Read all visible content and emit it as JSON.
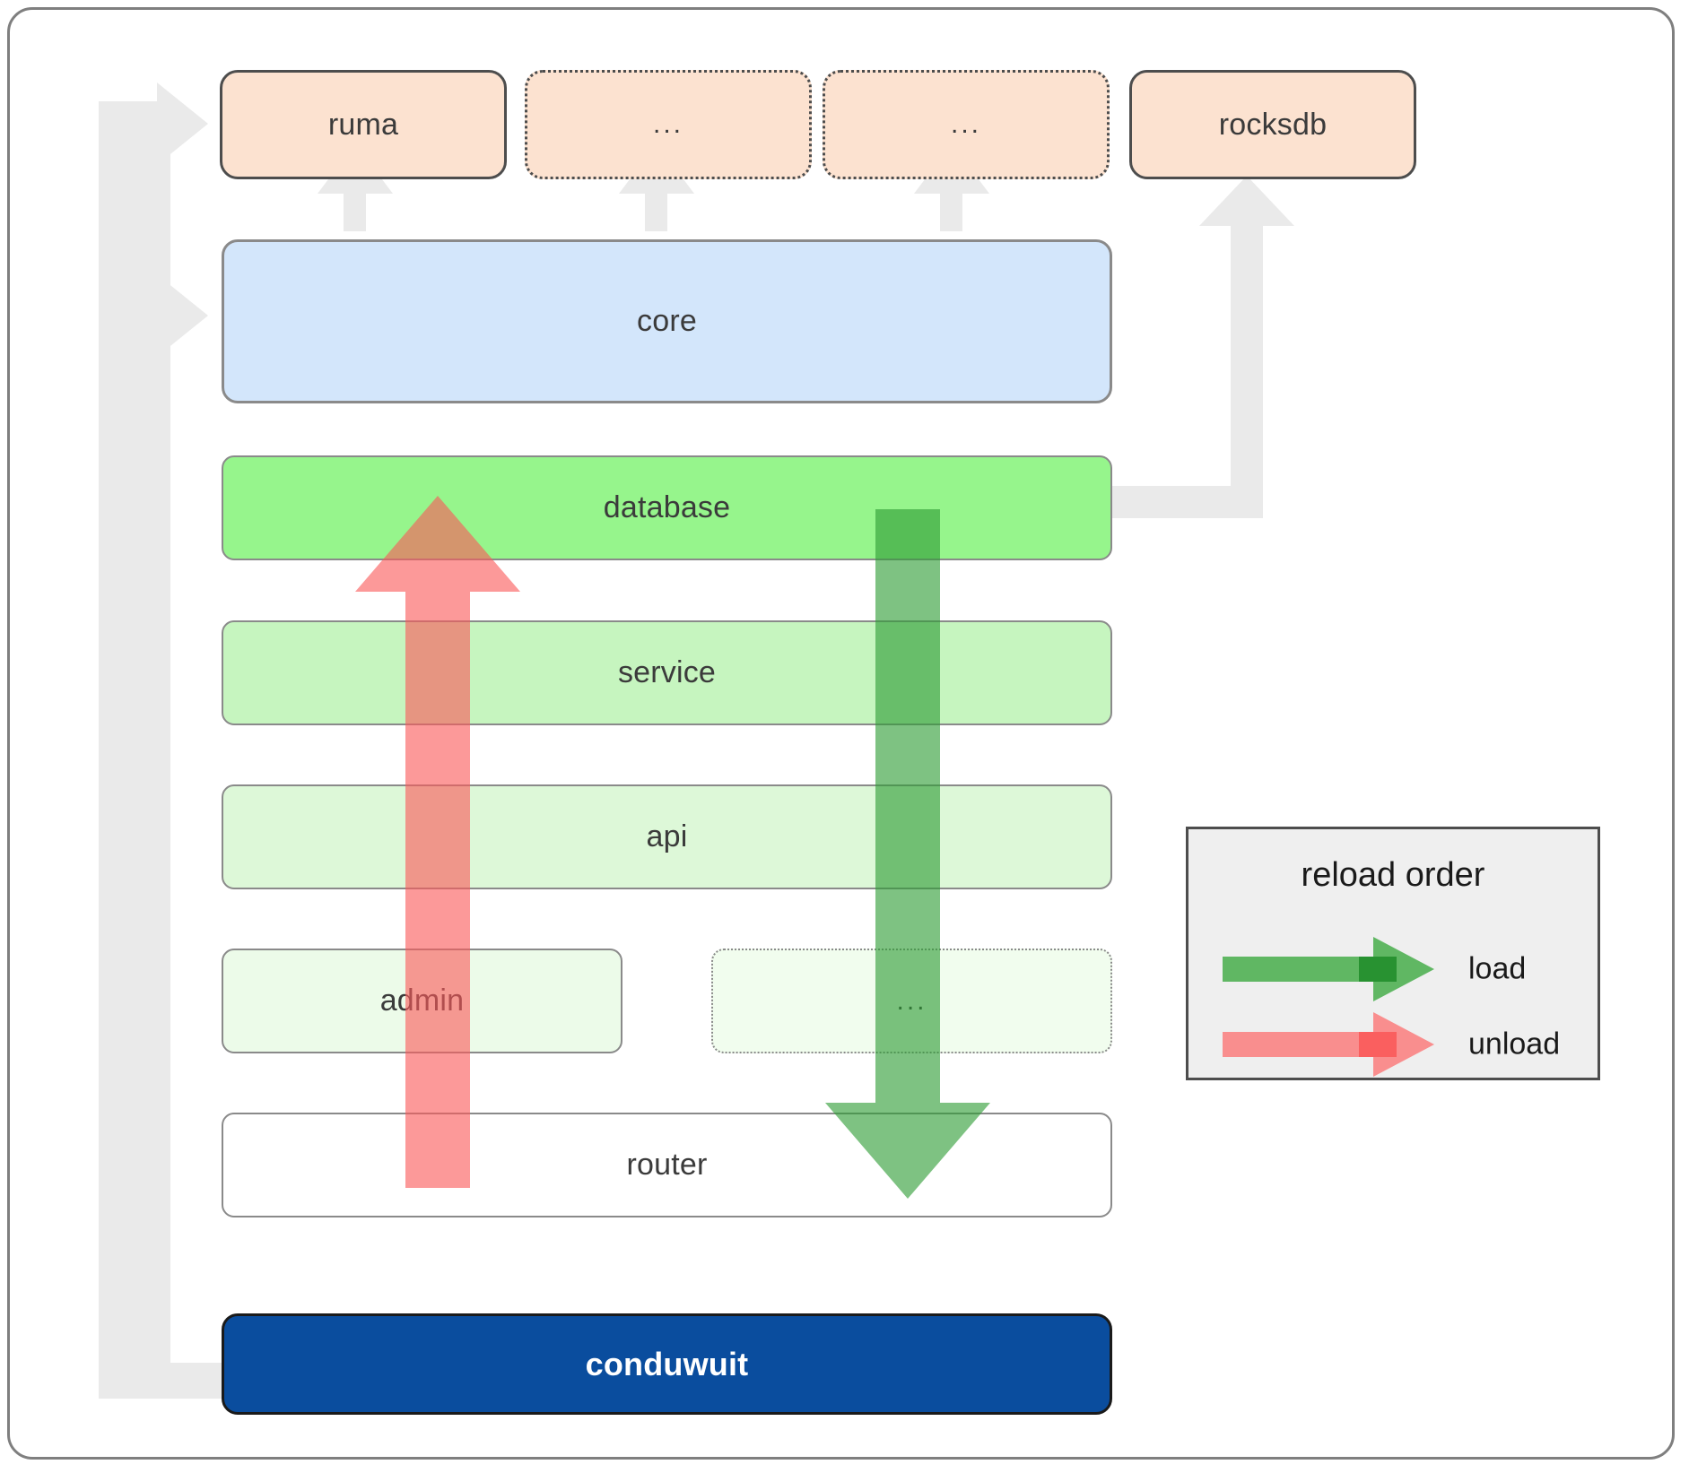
{
  "diagram": {
    "title": "conduwuit crate layering / reload order",
    "colors": {
      "dependency_fill": "#fce2d0",
      "dependency_border": "#4d4d4d",
      "core_fill": "#d3e6fb",
      "database_fill": "#96f58c",
      "service_fill": "#c6f5bf",
      "api_fill": "#ddf8d8",
      "admin_fill": "#ecfbe9",
      "router_fill": "#ffffff",
      "root_fill": "#0a4d9e",
      "root_text": "#ffffff",
      "connector": "#eaeaea",
      "load_arrow": "#4caf50",
      "unload_arrow": "#fa8585",
      "legend_bg": "#efefef",
      "frame_border": "#7f7f7f"
    },
    "dependencies": [
      {
        "label": "ruma",
        "style": "solid"
      },
      {
        "label": "...",
        "style": "dotted"
      },
      {
        "label": "...",
        "style": "dotted"
      },
      {
        "label": "rocksdb",
        "style": "solid"
      }
    ],
    "layers": [
      {
        "label": "core",
        "style": "solid"
      },
      {
        "label": "database",
        "style": "solid"
      },
      {
        "label": "service",
        "style": "solid"
      },
      {
        "label": "api",
        "style": "solid"
      },
      {
        "label": "admin",
        "style": "solid"
      },
      {
        "label": "...",
        "style": "dotted"
      },
      {
        "label": "router",
        "style": "solid"
      }
    ],
    "root": {
      "label": "conduwuit"
    }
  },
  "legend": {
    "title": "reload order",
    "entries": [
      {
        "label": "load",
        "color": "#4caf50"
      },
      {
        "label": "unload",
        "color": "#fa8585"
      }
    ]
  }
}
